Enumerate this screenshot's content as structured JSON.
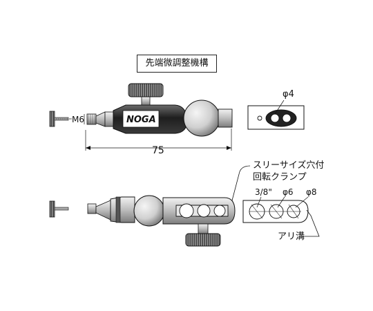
{
  "title": "先端微調整機構",
  "logo_text": "NOGA",
  "labels": {
    "thread": "M6",
    "length": "75",
    "hole_small": "φ4",
    "clamp_line1": "スリーサイズ穴付",
    "clamp_line2": "回転クランプ",
    "size_38": "3/8\"",
    "size_6": "φ6",
    "size_8": "φ8",
    "dovetail": "アリ溝"
  },
  "colors": {
    "ink": "#111111",
    "body_dark": "#2a2a2a",
    "metal_light": "#d9d9d9",
    "metal_mid": "#9a9a9a"
  }
}
